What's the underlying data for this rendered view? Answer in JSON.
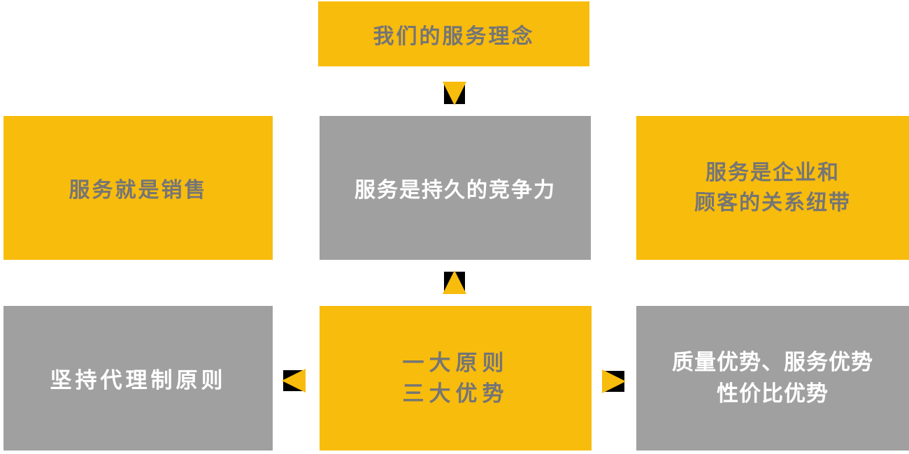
{
  "colors": {
    "background": "#ffffff",
    "yellow": "#F8BC0D",
    "gray": "#A0A0A0",
    "text_on_yellow": "#757575",
    "text_on_gray": "#ffffff",
    "arrow_black": "#000000"
  },
  "boxes": {
    "philosophy": {
      "text": "我们的服务理念"
    },
    "mid_left": {
      "text": "服务就是销售"
    },
    "mid_center": {
      "text": "服务是持久的竞争力"
    },
    "mid_right": {
      "line1": "服务是企业和",
      "line2": "顾客的关系纽带"
    },
    "bottom_left": {
      "text": "坚持代理制原则"
    },
    "bottom_center": {
      "line1": "一大原则",
      "line2": "三大优势"
    },
    "bottom_right": {
      "line1": "质量优势、服务优势",
      "line2": "性价比优势"
    }
  },
  "icons": {
    "arrow_down": "triangle-arrow-down",
    "arrow_up": "triangle-arrow-up",
    "arrow_left": "triangle-arrow-left",
    "arrow_right": "triangle-arrow-right"
  }
}
